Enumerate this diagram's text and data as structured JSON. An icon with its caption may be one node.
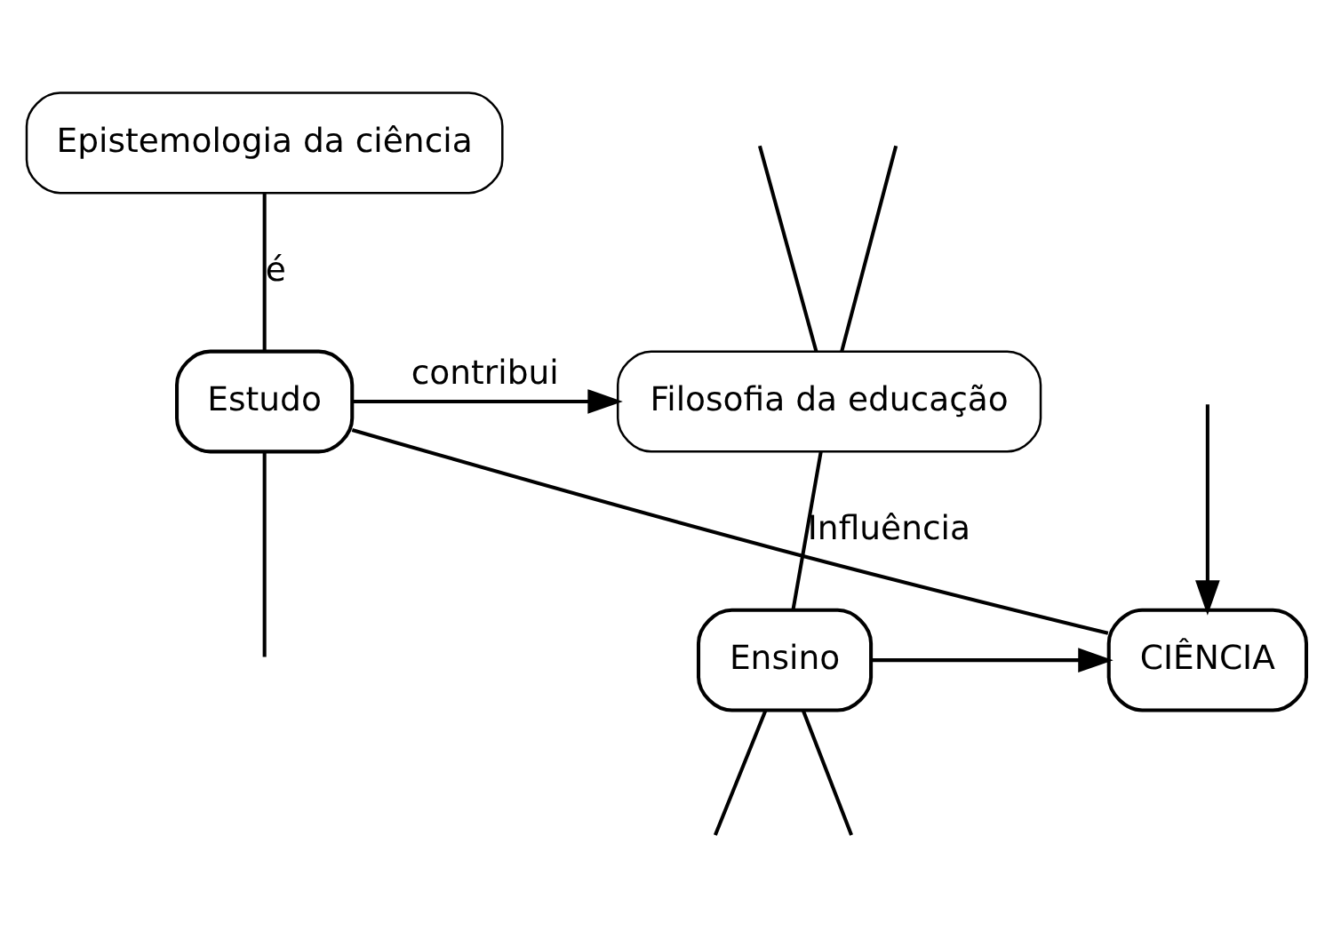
{
  "diagram": {
    "nodes": [
      {
        "text": [
          "Epistemologia da ciência"
        ]
      },
      {
        "text": [
          "Estudo"
        ]
      },
      {
        "text": [
          "Filosofia da educação"
        ]
      },
      {
        "text": [
          "Ensino"
        ]
      },
      {
        "text": [
          "CIÊNCIA"
        ]
      }
    ],
    "edges": [
      {
        "from": 0,
        "to": 1,
        "label": "é",
        "arrow": "none"
      },
      {
        "from": 1,
        "to": 2,
        "label": "contribui",
        "arrow": "to"
      },
      {
        "from": 2,
        "to": 3,
        "label": "Influência",
        "arrow": "none"
      },
      {
        "from": 3,
        "to": 4,
        "arrow": "to"
      },
      {
        "from": 1,
        "to": 4,
        "arrow": "none"
      },
      {
        "from": null,
        "to": 2,
        "arrow": "none"
      },
      {
        "from": null,
        "to": 2,
        "arrow": "none"
      },
      {
        "from": 1,
        "to": null,
        "arrow": "none"
      },
      {
        "from": 3,
        "to": null,
        "arrow": "none"
      },
      {
        "from": 3,
        "to": null,
        "arrow": "none"
      },
      {
        "from": null,
        "to": 4,
        "arrow": "to"
      }
    ]
  }
}
